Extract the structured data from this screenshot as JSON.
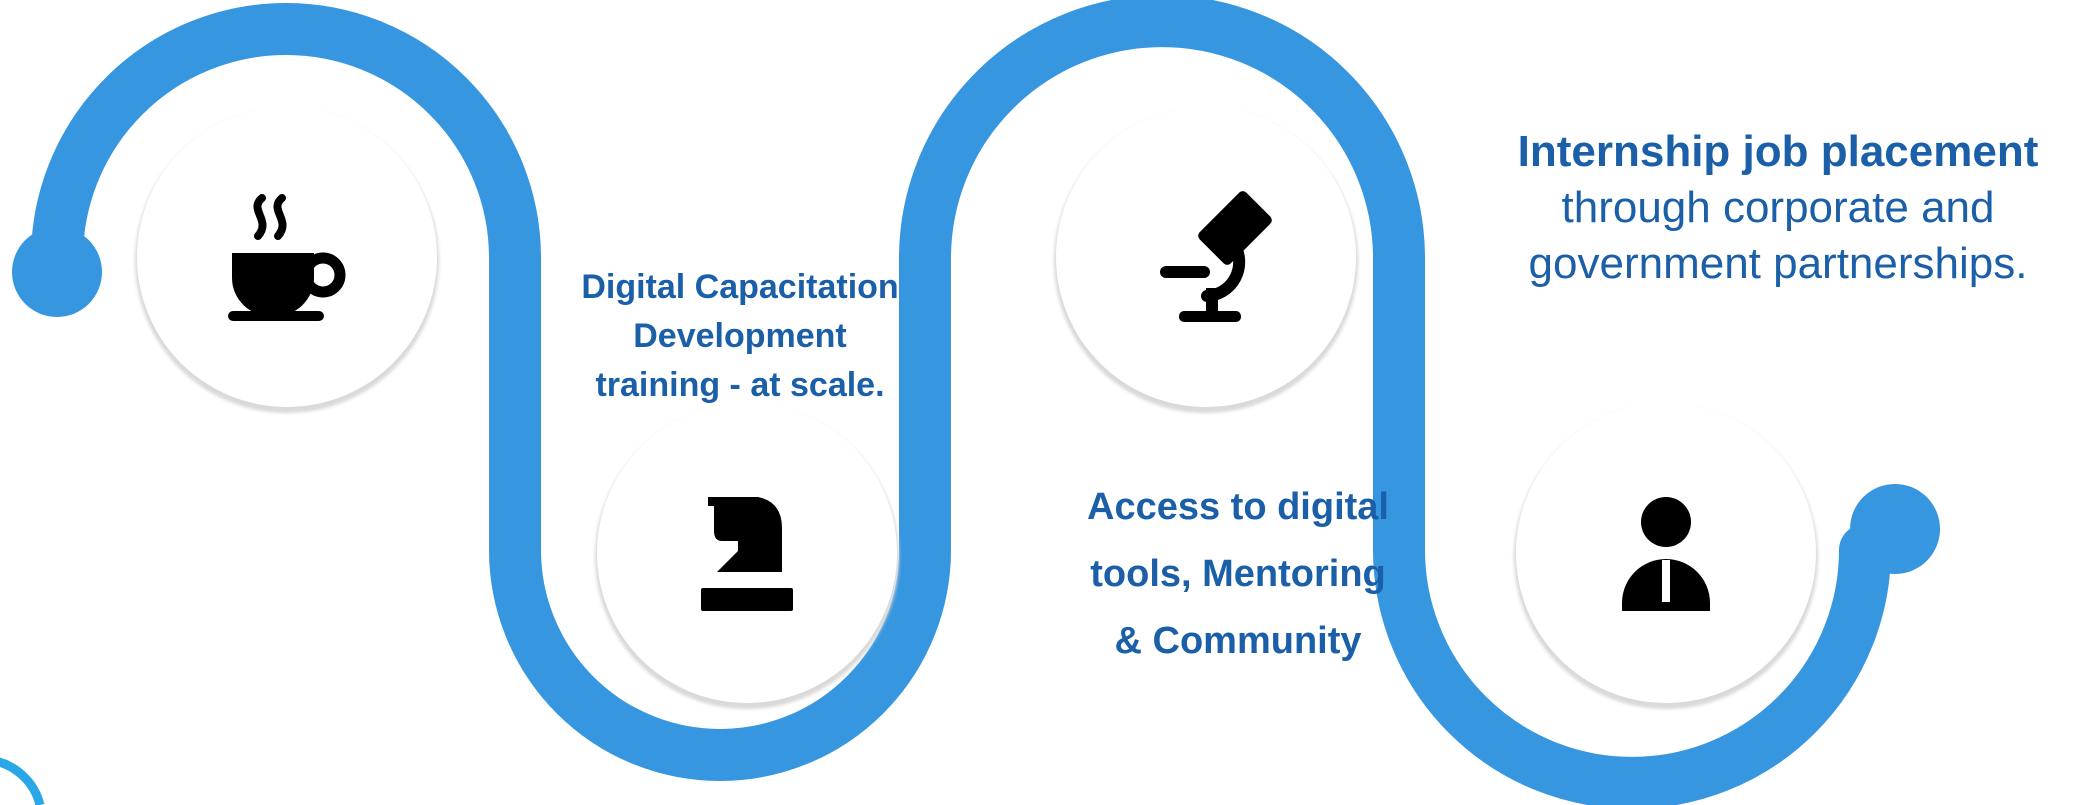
{
  "colors": {
    "path": "#3796e0",
    "text": "#1a5fa8",
    "icon": "#000000",
    "circle_fill": "#ffffff",
    "circle_shadow": "#d7d7d7",
    "corner_arc": "#2ba7e8"
  },
  "steps": [
    {
      "icon": "coffee-cup-icon",
      "text_lines": []
    },
    {
      "icon": "chess-knight-icon",
      "text_lines": [
        "Digital Capacitation",
        "Development",
        "training - at scale."
      ]
    },
    {
      "icon": "microscope-icon",
      "text_lines": [
        "Access to digital",
        "tools, Mentoring",
        "& Community"
      ]
    },
    {
      "icon": "user-icon",
      "title": "Internship job placement",
      "text_lines": [
        "through corporate and",
        "government partnerships."
      ]
    }
  ]
}
